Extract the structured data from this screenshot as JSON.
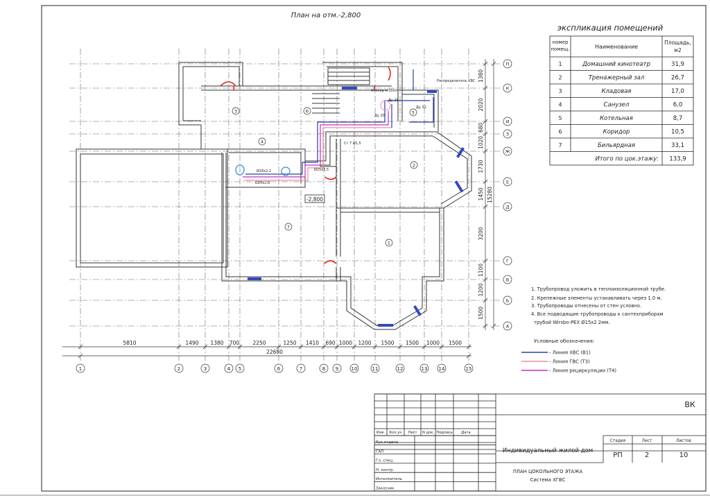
{
  "plan_title": "План на отм.-2,800",
  "level_mark": "-2,800",
  "explication": {
    "title": "экспликация помещений",
    "headers": [
      "номер помещ.",
      "Наименование",
      "Площадь, м2"
    ],
    "rows": [
      [
        "1",
        "Домашний кинотеатр",
        "31,9"
      ],
      [
        "2",
        "Тренажерный зал",
        "26,7"
      ],
      [
        "3",
        "Кладовая",
        "17,0"
      ],
      [
        "4",
        "Санузел",
        "6,0"
      ],
      [
        "5",
        "Котельная",
        "8,7"
      ],
      [
        "6",
        "Коридор",
        "10,5"
      ],
      [
        "7",
        "Бильярдная",
        "33,1"
      ]
    ],
    "total_label": "Итого по цок.этажу:",
    "total_value": "133,9"
  },
  "notes": [
    "1. Трубопровод уложить в теплоизоляционной трубе.",
    "2. Крепежные элементы устанавливать через 1.0 м.",
    "3. Трубопроводы отнесены от стен условно.",
    "4. Все подводящие трубопроводы к сантехприборам",
    "трубой Wirsbo-PEX Ø15x2 2мм."
  ],
  "legend": {
    "title": "Условные обозначения:",
    "items": [
      {
        "label": "- Линия ХВС (В1)",
        "color": "#2b3bb0"
      },
      {
        "label": "- Линия ГВС (Т3)",
        "color": "#f08aa0"
      },
      {
        "label": "- Линия рециркуляции (Т4)",
        "color": "#c030c0"
      }
    ]
  },
  "axes": {
    "numeric": [
      "1",
      "2",
      "3",
      "4",
      "5",
      "6",
      "7",
      "8",
      "9",
      "10",
      "11",
      "12",
      "13",
      "14",
      "15"
    ],
    "letters": [
      "П",
      "К",
      "И",
      "З",
      "Ж",
      "Е",
      "Д",
      "Г",
      "В",
      "Б",
      "А"
    ]
  },
  "dims": {
    "bottom": [
      "5810",
      "1490",
      "1380",
      "700",
      "2250",
      "1250",
      "1410",
      "690",
      "1000",
      "1200",
      "1500",
      "1500",
      "1000",
      "1500"
    ],
    "bottom_total": "22680",
    "right": [
      "1380",
      "2020",
      "680",
      "1020",
      "1730",
      "1450",
      "3200",
      "1100",
      "1200",
      "1500"
    ],
    "right_total": "15280"
  },
  "rooms": [
    "1",
    "2",
    "3",
    "4",
    "5",
    "6",
    "7"
  ],
  "pipe_labels": [
    "Ø16x2,2",
    "Ø20x2,8",
    "Ø25x3,5",
    "Ст 7 Ø1,5",
    "Ду 20",
    "Ду 25",
    "Ду 32",
    "бойлер V-300л",
    "Распределитель ХВС"
  ],
  "title_block": {
    "code": "ВК",
    "cols": [
      "Изм.",
      "Кол.уч",
      "Лист",
      "N док.",
      "Подпись",
      "Дата"
    ],
    "roles": [
      "Рук.отдела",
      "ГАП",
      "Гл. спец.",
      "Н. контр.",
      "Исполнитель",
      "Заказчик"
    ],
    "project": "Индивидуальный жилой дом",
    "sheet_title": "ПЛАН ЦОКОЛЬНОГО ЭТАЖА",
    "system": "Система ХГВС",
    "stage_label": "Стадия",
    "sheet_label": "Лист",
    "sheets_label": "Листов",
    "stage": "РП",
    "sheet": "2",
    "sheets": "10"
  }
}
